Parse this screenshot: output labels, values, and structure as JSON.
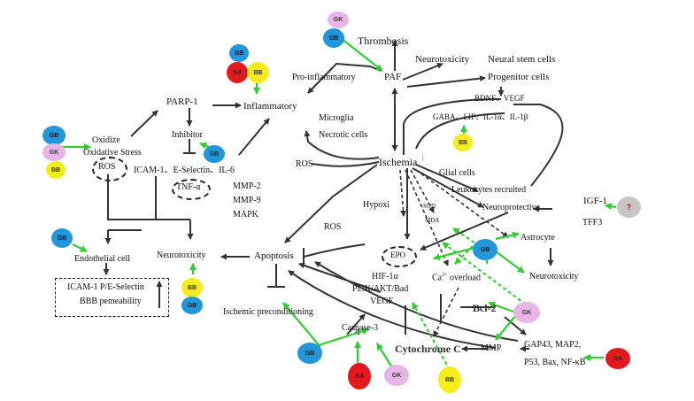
{
  "colors": {
    "gb": "#2196d9",
    "gk": "#e8b6e6",
    "bb": "#f6ee1a",
    "ga": "#e3191c",
    "green_arrow": "#33cc33",
    "black_arrow": "#333333"
  },
  "nodes": {
    "gb": "GB",
    "gk": "GK",
    "bb": "BB",
    "ga": "GA",
    "unknown": "?"
  },
  "labels": {
    "thrombosis": "Thrombosis",
    "neurotoxicity_top": "Neurotoxicity",
    "neural_stem": "Neural stem cells",
    "progenitor": "Progenitor cells",
    "pro_inflammatory": "Pro-inflammatory",
    "paf": "PAF",
    "bdnf_vegf": "BDNF、VEGF",
    "gaba_lif": "GABA、LIF、IL-1α、IL-1β",
    "parp1": "PARP-1",
    "inflammatory": "Inflammatory",
    "microglia": "Microglia",
    "necrotic": "Necrotic cells",
    "inhibitor": "Inhibitor",
    "oxidize": "Oxidize",
    "oxidative_stress": "Oxidative Stress",
    "ros_box": "ROS",
    "icam_esel": "ICAM-1、E-Selectin、IL-6",
    "tnf": "TNF-α",
    "mmp2": "MMP-2",
    "mmp9": "MMP-9",
    "mapk": "MAPK",
    "ros1": "ROS",
    "ischemia": "Ischemia",
    "ischemia_mark": "|",
    "glial": "Glial cells",
    "leukocytes": "Leukocytes recruited",
    "hypoxi": "Hypoxi",
    "sod": "SOD",
    "mda": "MDA",
    "neuroprotective": "Neuroprotective",
    "igf1": "IGF-1",
    "tff3": "TFF3",
    "ros2": "ROS",
    "endothelial": "Endothelial cell",
    "neurotoxicity_mid": "Neurotoxicity",
    "apoptosis": "Apoptosis",
    "epo": "EPO",
    "astrocyte": "Astrocyte",
    "icam_p": "ICAM-1 P/E-Selectin",
    "bbb": "BBB pemeability",
    "hif": "HIF-1α",
    "pi3k": "PI3K/AKT/Bad",
    "vegf": "VEGF",
    "ca_overload": "overload",
    "ca_prefix": "Ca",
    "ca_sup": "2+",
    "neurotoxicity_right": "Neurotoxicity",
    "bcl2": "Bcl-2",
    "ischemic_pre": "Ischemic preconditioning",
    "caspase3": "Caspase-3",
    "cytochrome": "Cytochrome C",
    "mmp": "MMP",
    "gap43": "GAP43, MAP2,",
    "p53": "P53, Bax, NF-κB"
  }
}
